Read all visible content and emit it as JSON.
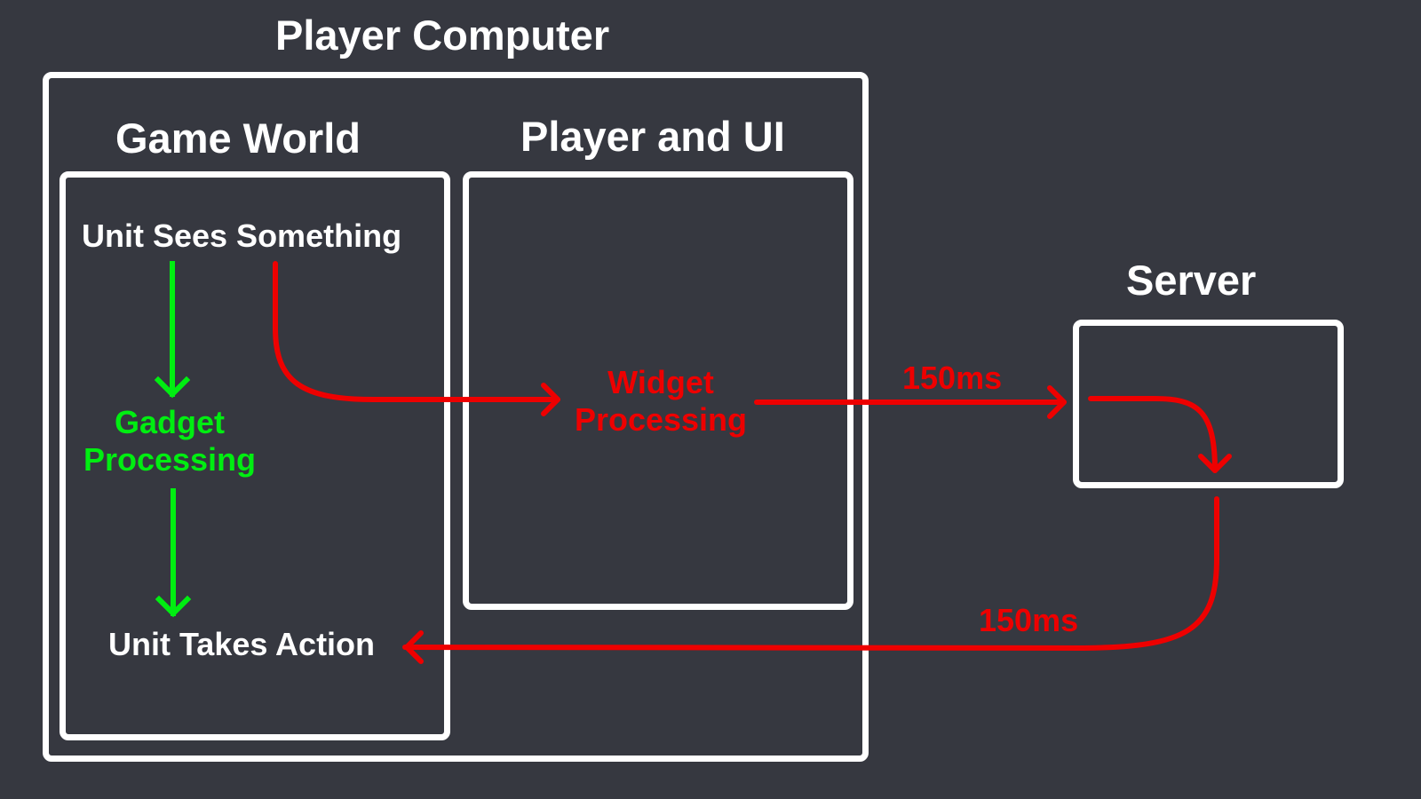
{
  "colors": {
    "background": "#363840",
    "frame": "#ffffff",
    "local_flow": "#00ee11",
    "network_flow": "#ee0000"
  },
  "groups": {
    "player_computer": {
      "title": "Player Computer"
    },
    "game_world": {
      "title": "Game World"
    },
    "player_ui": {
      "title": "Player and UI"
    },
    "server": {
      "title": "Server"
    }
  },
  "nodes": {
    "unit_sees": "Unit Sees Something",
    "gadget_processing": "Gadget Processing",
    "widget_processing": "Widget Processing",
    "unit_takes_action": "Unit Takes Action"
  },
  "edges": {
    "to_server_latency": "150ms",
    "from_server_latency": "150ms"
  }
}
